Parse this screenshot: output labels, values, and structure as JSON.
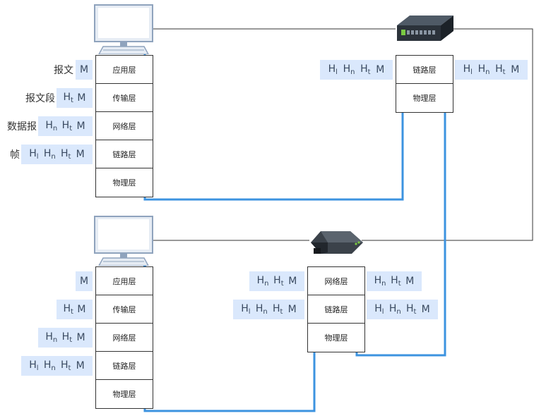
{
  "layers": {
    "app": "应用层",
    "transport": "传输层",
    "network": "网络层",
    "link": "链路层",
    "physical": "物理层"
  },
  "pdu_labels": {
    "message": "报文",
    "segment": "报文段",
    "datagram": "数据报",
    "frame": "帧"
  },
  "headers": {
    "m": "M",
    "h": "H",
    "t": "t",
    "n": "n",
    "l": "l"
  },
  "icons": [
    "computer-icon",
    "switch-icon",
    "router-icon"
  ],
  "colors": {
    "path_line": "#3c93e0",
    "header_fill": "#dae8fc",
    "connector": "#333333"
  }
}
